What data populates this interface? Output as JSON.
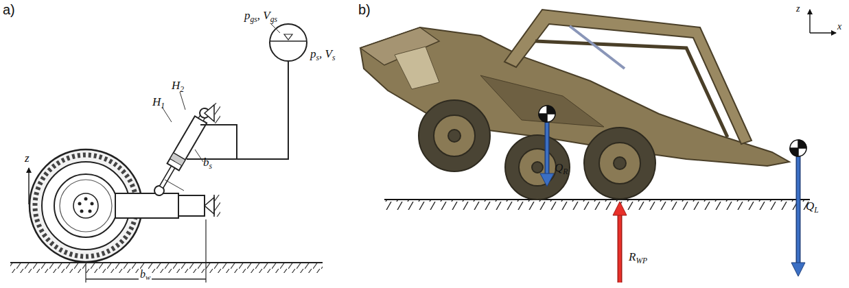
{
  "diagram": {
    "labels": [
      "a)",
      "b)",
      "pgs, Vgs",
      "ps, Vs",
      "H1",
      "H2",
      "bs",
      "z",
      "bw",
      "z",
      "x",
      "QR",
      "QL",
      "RWP"
    ]
  }
}
